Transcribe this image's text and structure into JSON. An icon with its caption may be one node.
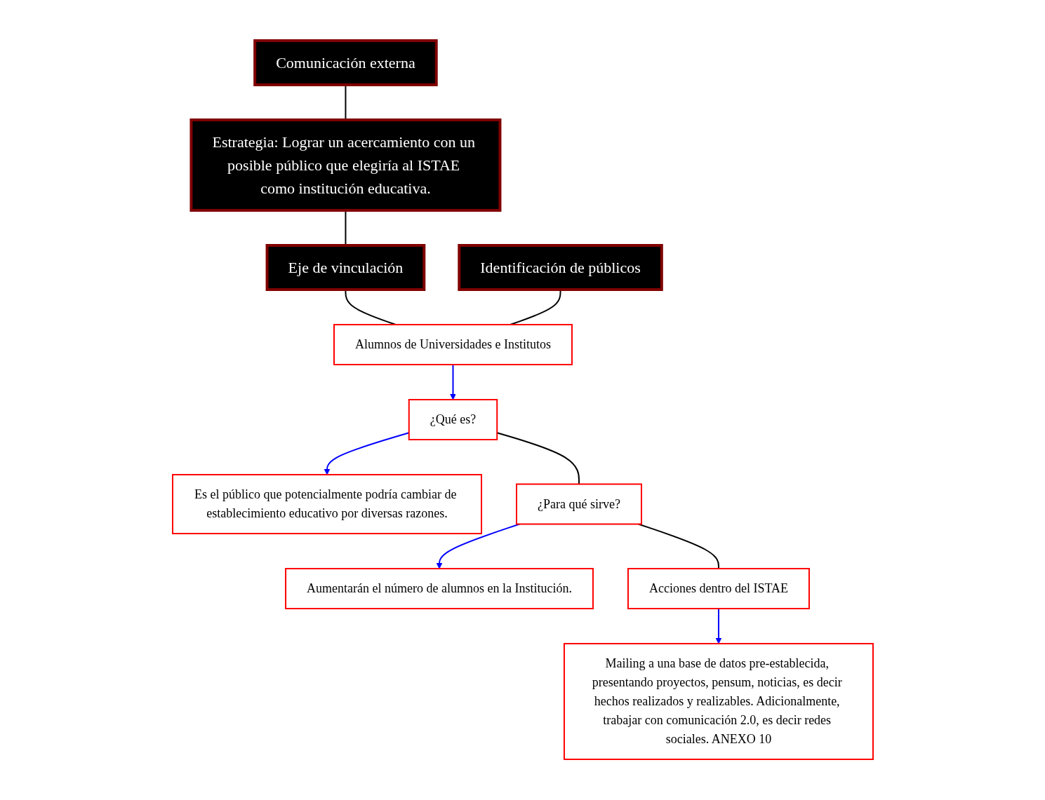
{
  "diagram": {
    "nodes": [
      {
        "text": [
          "Comunicación externa"
        ]
      },
      {
        "text": [
          "Estrategia: Lograr un acercamiento con un posible público que elegiría al ISTAE como institución educativa."
        ]
      },
      {
        "text": [
          "Eje de vinculación"
        ]
      },
      {
        "text": [
          "Identificación de públicos"
        ]
      },
      {
        "text": [
          "Alumnos de Universidades e Institutos"
        ]
      },
      {
        "text": [
          "¿Qué es?"
        ]
      },
      {
        "text": [
          "Es el público que potencialmente podría cambiar de establecimiento educativo por diversas razones."
        ]
      },
      {
        "text": [
          "¿Para qué sirve?"
        ]
      },
      {
        "text": [
          "Aumentarán el número de alumnos en la Institución."
        ]
      },
      {
        "text": [
          "Acciones dentro del ISTAE"
        ]
      },
      {
        "text": [
          "Mailing a una base de datos pre-establecida, presentando proyectos, pensum, noticias, es decir hechos realizados y realizables. Adicionalmente, trabajar con comunicación 2.0, es decir redes sociales. ANEXO 10"
        ]
      }
    ],
    "edges": [
      {
        "from": 0,
        "to": 1,
        "arrow": "none"
      },
      {
        "from": 1,
        "to": 2,
        "arrow": "none"
      },
      {
        "from": 2,
        "to": 4,
        "arrow": "none"
      },
      {
        "from": 3,
        "to": 4,
        "arrow": "none"
      },
      {
        "from": 4,
        "to": 5,
        "arrow": "to",
        "color": "#0000ff"
      },
      {
        "from": 5,
        "to": 6,
        "arrow": "to",
        "color": "#0000ff"
      },
      {
        "from": 5,
        "to": 7,
        "arrow": "none"
      },
      {
        "from": 7,
        "to": 8,
        "arrow": "to",
        "color": "#0000ff"
      },
      {
        "from": 7,
        "to": 9,
        "arrow": "none"
      },
      {
        "from": 9,
        "to": 10,
        "arrow": "to",
        "color": "#0000ff"
      }
    ]
  }
}
